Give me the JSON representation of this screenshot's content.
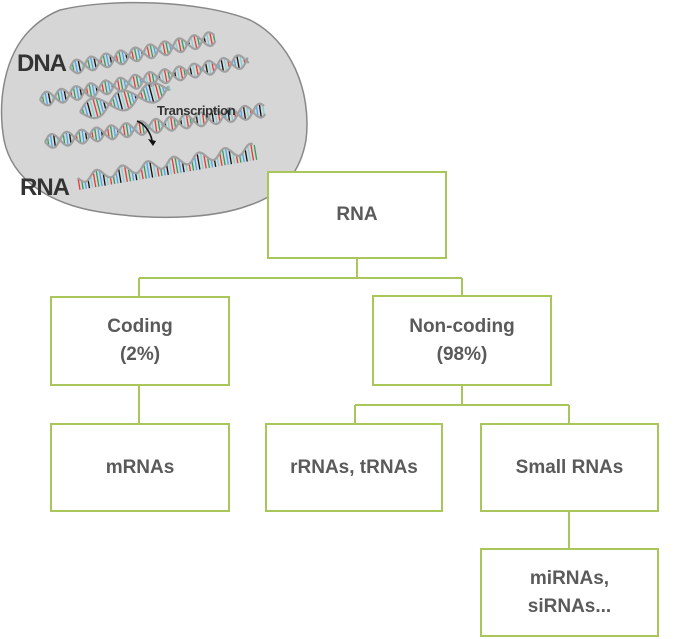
{
  "labels": {
    "dna": "DNA",
    "rna_strand": "RNA",
    "transcription": "Transcription"
  },
  "boxes": {
    "rna": {
      "line1": "RNA"
    },
    "coding": {
      "line1": "Coding",
      "line2": "(2%)"
    },
    "noncoding": {
      "line1": "Non-coding",
      "line2": "(98%)"
    },
    "mrnas": {
      "line1": "mRNAs"
    },
    "rrnas": {
      "line1": "rRNAs,  tRNAs"
    },
    "small": {
      "line1": "Small RNAs"
    },
    "mirnas": {
      "line1": "miRNAs,",
      "line2": "siRNAs..."
    }
  },
  "colors": {
    "box_border": "#a9c65a",
    "box_text": "#5a5a5a",
    "nucleus_fill": "#d6d6d6",
    "nucleus_stroke": "#888888",
    "helix_backbone": "#a0a0a0",
    "base_colors": [
      "#e53935",
      "#2e9e5b",
      "#3fa9f5",
      "#111111",
      "#7fd3d8"
    ]
  }
}
